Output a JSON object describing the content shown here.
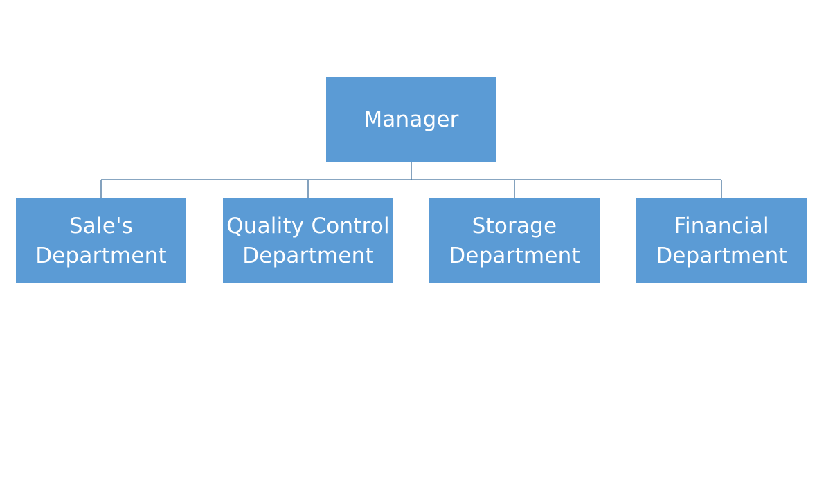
{
  "style": {
    "box_fill": "#5b9bd5",
    "connector_color": "#41719c"
  },
  "org_chart": {
    "root": {
      "label": "Manager"
    },
    "children": [
      {
        "line1": "Sale's",
        "line2": "Department"
      },
      {
        "line1": "Quality Control",
        "line2": "Department"
      },
      {
        "line1": "Storage",
        "line2": "Department"
      },
      {
        "line1": "Financial",
        "line2": "Department"
      }
    ]
  }
}
